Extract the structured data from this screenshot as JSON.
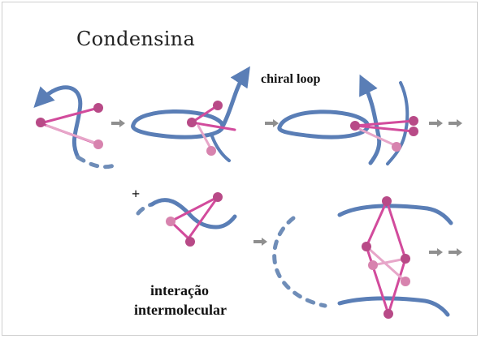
{
  "diagram": {
    "title": "Condensina",
    "labels": {
      "chiral_loop": "chiral loop",
      "intermolecular_line1": "interação",
      "intermolecular_line2": "intermolecular"
    },
    "symbols": {
      "plus": "+",
      "arrow": "→"
    }
  }
}
